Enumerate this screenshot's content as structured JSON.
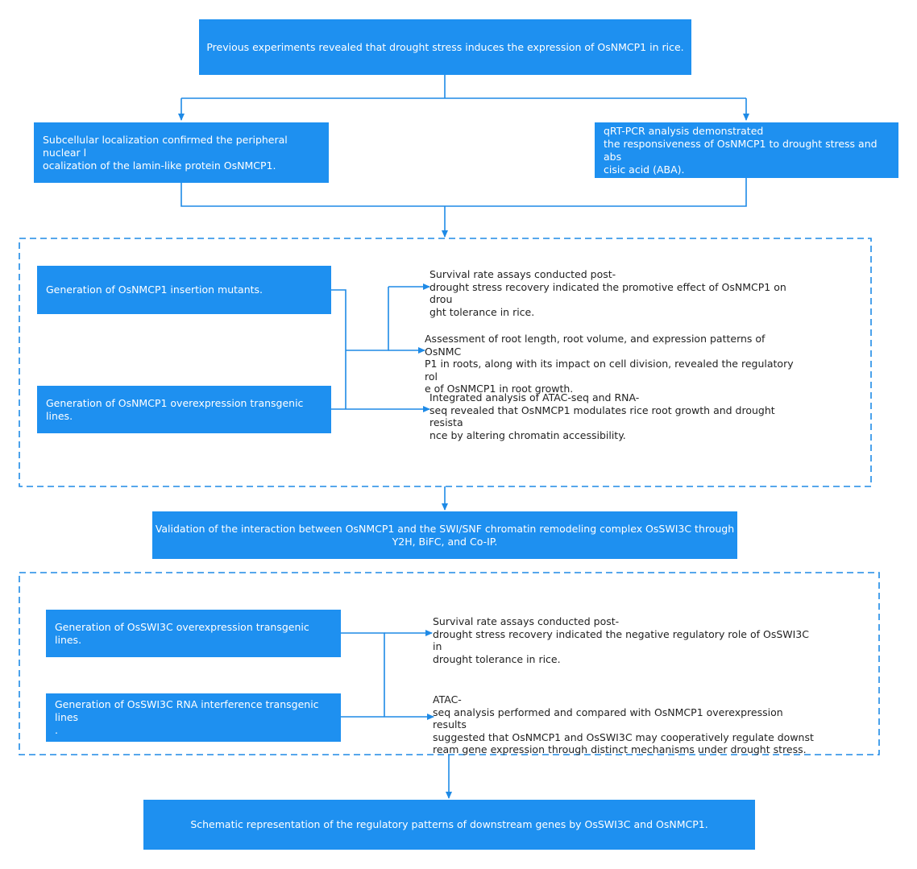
{
  "colors": {
    "box_fill": "#1e90f0",
    "connector": "#1e8ae6",
    "dashed_border": "#1e8ae6",
    "note_text": "#222222"
  },
  "steps": {
    "top": "Previous experiments revealed that drought stress induces the expression of OsNMCP1 in rice.",
    "localization": "Subcellular localization confirmed the peripheral nuclear l\nocalization of the lamin-like protein OsNMCP1.",
    "qrtpcr": "qRT-PCR analysis demonstrated\nthe responsiveness of OsNMCP1 to drought stress and abs\ncisic acid (ABA).",
    "interaction": "Validation of the interaction between OsNMCP1 and the SWI/SNF chromatin remodeling complex OsSWI3C through\nY2H, BiFC, and Co-IP.",
    "final": "Schematic representation of the regulatory patterns of downstream genes by OsSWI3C and OsNMCP1."
  },
  "group1": {
    "materials": [
      "Generation of OsNMCP1 insertion mutants.",
      "Generation of OsNMCP1 overexpression transgenic lines."
    ],
    "findings": [
      "Survival rate assays conducted post-\ndrought stress recovery indicated the promotive effect of OsNMCP1 on drou\nght tolerance in rice.",
      "Assessment of root length, root volume, and expression patterns of OsNMC\nP1 in roots, along with its impact on cell division, revealed the regulatory rol\ne of OsNMCP1 in root growth.",
      "Integrated analysis of ATAC-seq and RNA-\nseq revealed that OsNMCP1 modulates rice root growth and drought resista\nnce by altering chromatin accessibility."
    ]
  },
  "group2": {
    "materials": [
      "Generation of OsSWI3C overexpression transgenic lines.",
      "Generation of OsSWI3C RNA interference transgenic lines\n."
    ],
    "findings": [
      "Survival rate assays conducted post-\ndrought stress recovery indicated the negative regulatory role of OsSWI3C in\ndrought tolerance in rice.",
      "ATAC-\nseq analysis performed and compared with OsNMCP1 overexpression results\nsuggested that OsNMCP1 and OsSWI3C may cooperatively regulate downst\nream gene expression through distinct mechanisms under drought stress."
    ]
  }
}
